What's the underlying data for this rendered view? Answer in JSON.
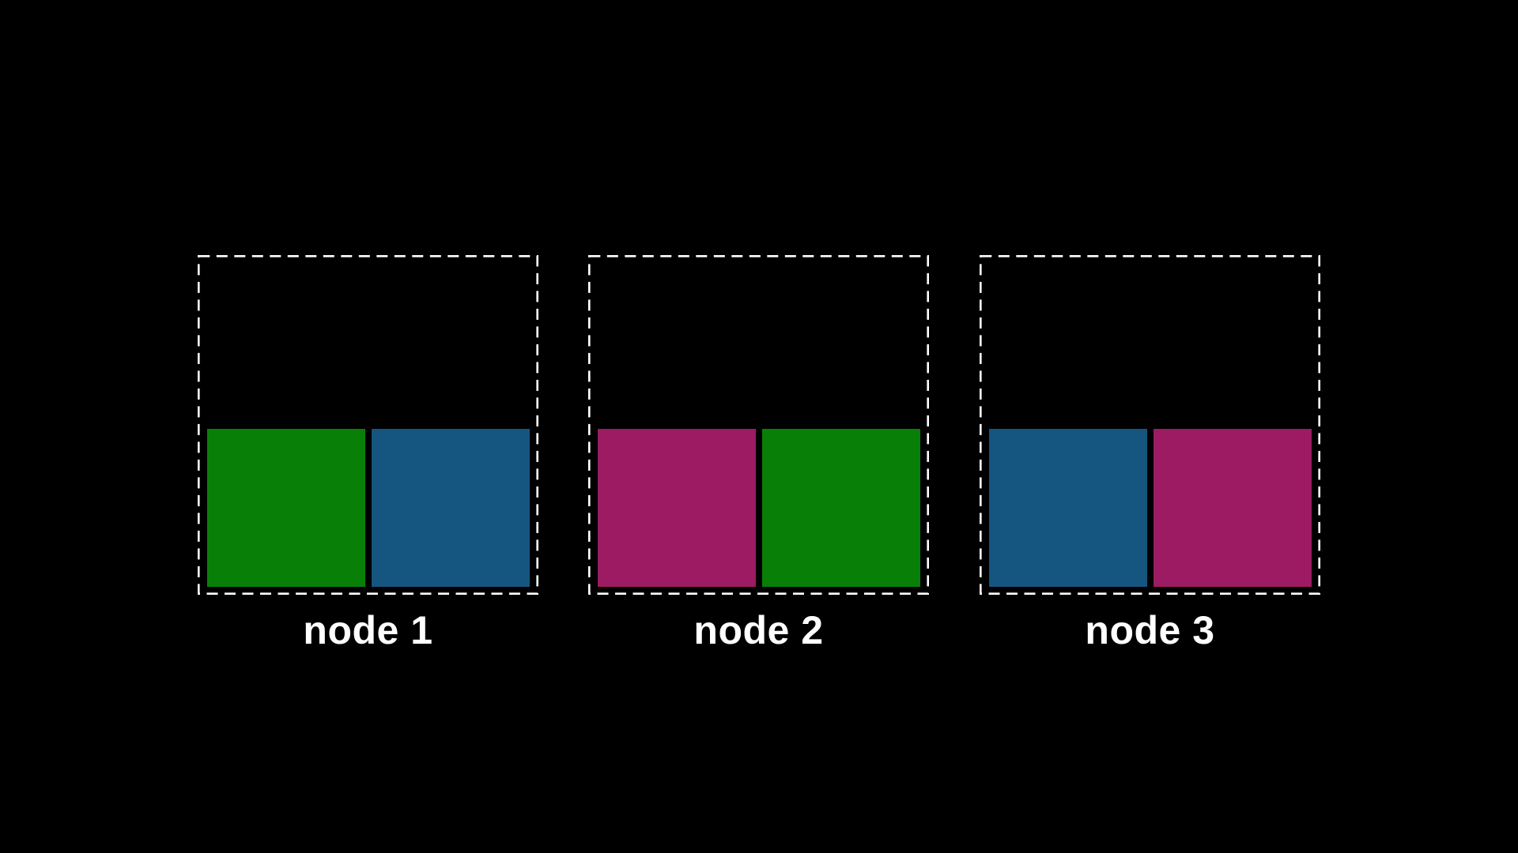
{
  "figure": {
    "background": "#000000",
    "boundary_color": "#ffffff",
    "label_color": "#ffffff"
  },
  "palette": {
    "green": "#088008",
    "blue": "#14567f",
    "magenta": "#9c1b63"
  },
  "nodes": [
    {
      "label": "node 1",
      "slots": [
        {
          "name": "green-shard",
          "color": "#088008"
        },
        {
          "name": "blue-shard",
          "color": "#14567f"
        }
      ]
    },
    {
      "label": "node 2",
      "slots": [
        {
          "name": "magenta-shard",
          "color": "#9c1b63"
        },
        {
          "name": "green-shard",
          "color": "#088008"
        }
      ]
    },
    {
      "label": "node 3",
      "slots": [
        {
          "name": "blue-shard",
          "color": "#14567f"
        },
        {
          "name": "magenta-shard",
          "color": "#9c1b63"
        }
      ]
    }
  ]
}
